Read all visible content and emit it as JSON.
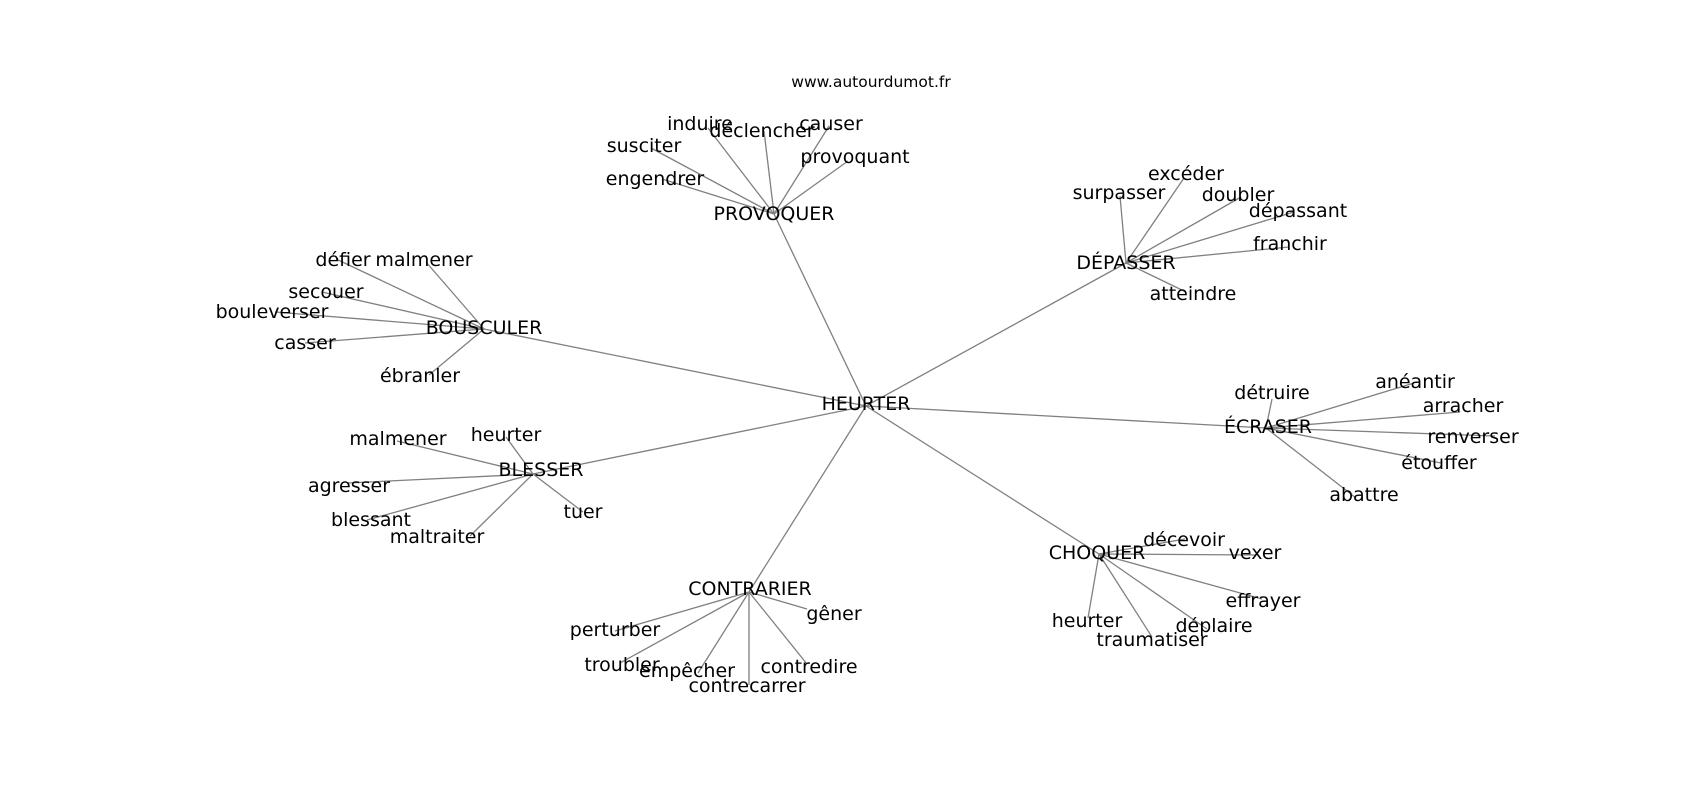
{
  "source": "www.autourdumot.fr",
  "center": "HEURTER",
  "clusters": [
    {
      "hub": "PROVOQUER",
      "words": [
        "induire",
        "déclencher",
        "causer",
        "susciter",
        "provoquant",
        "engendrer"
      ]
    },
    {
      "hub": "DÉPASSER",
      "words": [
        "excéder",
        "surpasser",
        "doubler",
        "dépassant",
        "franchir",
        "atteindre"
      ]
    },
    {
      "hub": "BOUSCULER",
      "words": [
        "défier",
        "malmener",
        "secouer",
        "bouleverser",
        "casser",
        "ébranler"
      ]
    },
    {
      "hub": "ÉCRASER",
      "words": [
        "anéantir",
        "détruire",
        "arracher",
        "renverser",
        "étouffer",
        "abattre"
      ]
    },
    {
      "hub": "BLESSER",
      "words": [
        "heurter",
        "malmener",
        "agresser",
        "tuer",
        "blessant",
        "maltraiter"
      ]
    },
    {
      "hub": "CHOQUER",
      "words": [
        "décevoir",
        "vexer",
        "effrayer",
        "heurter",
        "déplaire",
        "traumatiser"
      ]
    },
    {
      "hub": "CONTRARIER",
      "words": [
        "gêner",
        "perturber",
        "troubler",
        "contredire",
        "empêcher",
        "contrecarrer"
      ]
    }
  ]
}
